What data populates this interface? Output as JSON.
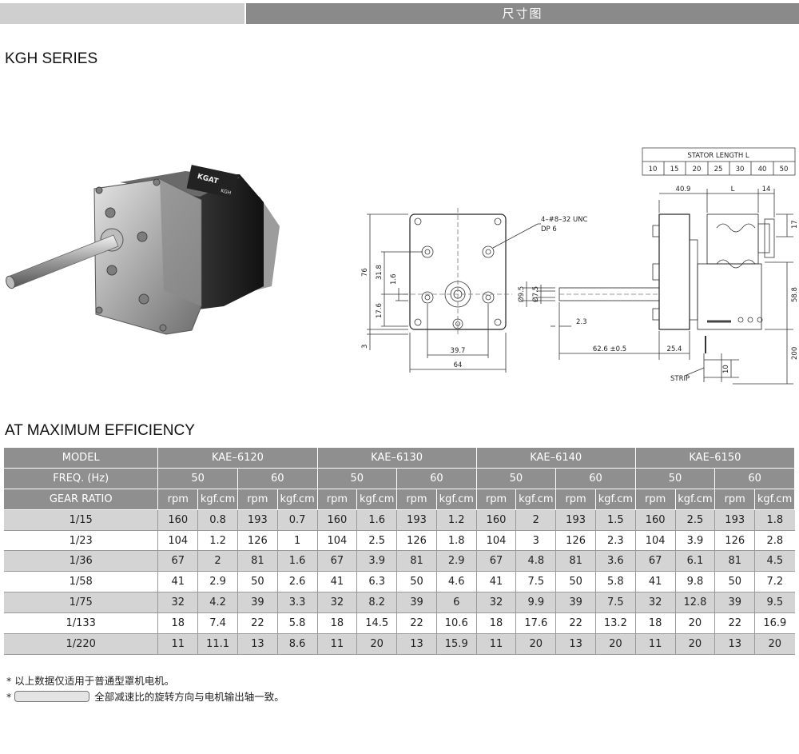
{
  "header": {
    "title": "尺寸图"
  },
  "series_title": "KGH SERIES",
  "section_title": "AT MAXIMUM EFFICIENCY",
  "photo": {
    "brand": "KGAT",
    "model": "KGH"
  },
  "drawing": {
    "stator_title": "STATOR LENGTH L",
    "stator_lengths": [
      "10",
      "15",
      "20",
      "25",
      "30",
      "40",
      "50"
    ],
    "front": {
      "thread_note": "4–#8–32 UNC",
      "depth_note": "DP 6",
      "dim_76": "76",
      "dim_31_8": "31.8",
      "dim_1_6": "1.6",
      "dim_17_6": "17.6",
      "dim_3": "3",
      "dim_39_7": "39.7",
      "dim_64": "64"
    },
    "side": {
      "dim_40_9": "40.9",
      "dim_L": "L",
      "dim_14": "14",
      "dim_17": "17",
      "dim_58_8": "58.8",
      "dim_200": "200",
      "dim_10": "10",
      "dim_9_5": "Ø9.5",
      "dim_7_5": "Ø7.5",
      "dim_2_3": "2.3",
      "dim_62_6": "62.6 ±0.5",
      "dim_25_4": "25.4",
      "strip": "STRIP"
    }
  },
  "table": {
    "model_label": "MODEL",
    "freq_label": "FREQ. (Hz)",
    "gear_label": "GEAR RATIO",
    "models": [
      "KAE–6120",
      "KAE–6130",
      "KAE–6140",
      "KAE–6150"
    ],
    "freqs": [
      "50",
      "60"
    ],
    "unit_rpm": "rpm",
    "unit_kgf": "kgf.cm",
    "rows": [
      {
        "ratio": "1/15",
        "vals": [
          "160",
          "0.8",
          "193",
          "0.7",
          "160",
          "1.6",
          "193",
          "1.2",
          "160",
          "2",
          "193",
          "1.5",
          "160",
          "2.5",
          "193",
          "1.8"
        ]
      },
      {
        "ratio": "1/23",
        "vals": [
          "104",
          "1.2",
          "126",
          "1",
          "104",
          "2.5",
          "126",
          "1.8",
          "104",
          "3",
          "126",
          "2.3",
          "104",
          "3.9",
          "126",
          "2.8"
        ]
      },
      {
        "ratio": "1/36",
        "vals": [
          "67",
          "2",
          "81",
          "1.6",
          "67",
          "3.9",
          "81",
          "2.9",
          "67",
          "4.8",
          "81",
          "3.6",
          "67",
          "6.1",
          "81",
          "4.5"
        ]
      },
      {
        "ratio": "1/58",
        "vals": [
          "41",
          "2.9",
          "50",
          "2.6",
          "41",
          "6.3",
          "50",
          "4.6",
          "41",
          "7.5",
          "50",
          "5.8",
          "41",
          "9.8",
          "50",
          "7.2"
        ]
      },
      {
        "ratio": "1/75",
        "vals": [
          "32",
          "4.2",
          "39",
          "3.3",
          "32",
          "8.2",
          "39",
          "6",
          "32",
          "9.9",
          "39",
          "7.5",
          "32",
          "12.8",
          "39",
          "9.5"
        ]
      },
      {
        "ratio": "1/133",
        "vals": [
          "18",
          "7.4",
          "22",
          "5.8",
          "18",
          "14.5",
          "22",
          "10.6",
          "18",
          "17.6",
          "22",
          "13.2",
          "18",
          "20",
          "22",
          "16.9"
        ]
      },
      {
        "ratio": "1/220",
        "vals": [
          "11",
          "11.1",
          "13",
          "8.6",
          "11",
          "20",
          "13",
          "15.9",
          "11",
          "20",
          "13",
          "20",
          "11",
          "20",
          "13",
          "20"
        ]
      }
    ],
    "shade_color": "#d4d4d4",
    "header_color": "#8f8f8f"
  },
  "notes": {
    "mark": "*",
    "note1": "以上数据仅适用于普通型罩机电机。",
    "note2": "全部减速比的旋转方向与电机输出轴一致。"
  }
}
